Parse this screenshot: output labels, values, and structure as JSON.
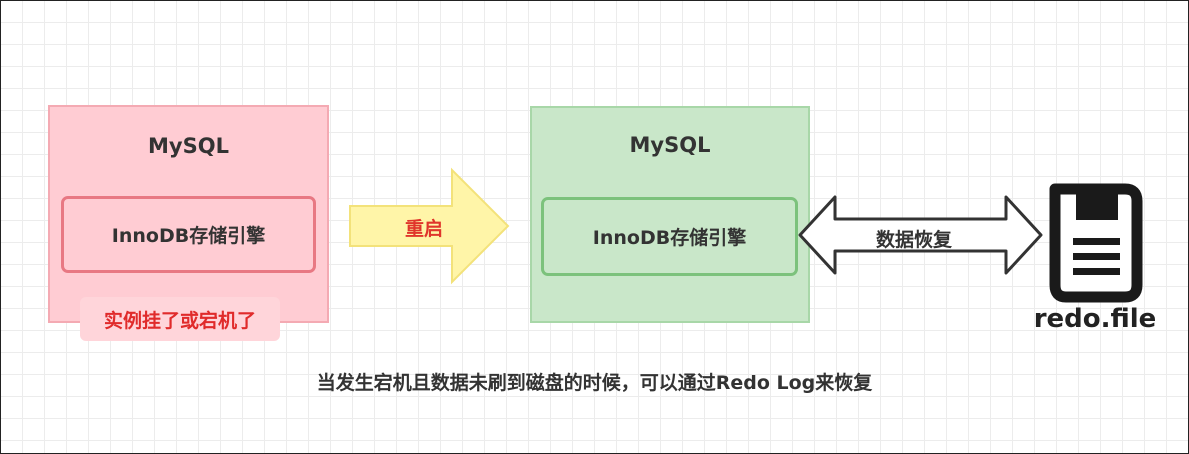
{
  "left_box": {
    "title": "MySQL",
    "engine_label": "InnoDB存储引擎",
    "status_label": "实例挂了或宕机了"
  },
  "restart_arrow": {
    "label": "重启"
  },
  "right_box": {
    "title": "MySQL",
    "engine_label": "InnoDB存储引擎"
  },
  "recovery_arrow": {
    "label": "数据恢复"
  },
  "redo_file": {
    "label": "redo.file",
    "icon": "file-document-icon"
  },
  "caption": "当发生宕机且数据未刷到磁盘的时候，可以通过Redo Log来恢复",
  "colors": {
    "left_fill": "#ffccd3",
    "left_inner_border": "#e87883",
    "crash_text": "#e02b2b",
    "restart_arrow_fill": "#fff5a8",
    "restart_text": "#e0352b",
    "right_fill": "#c9e7c9",
    "right_inner_border": "#7cc27c"
  }
}
